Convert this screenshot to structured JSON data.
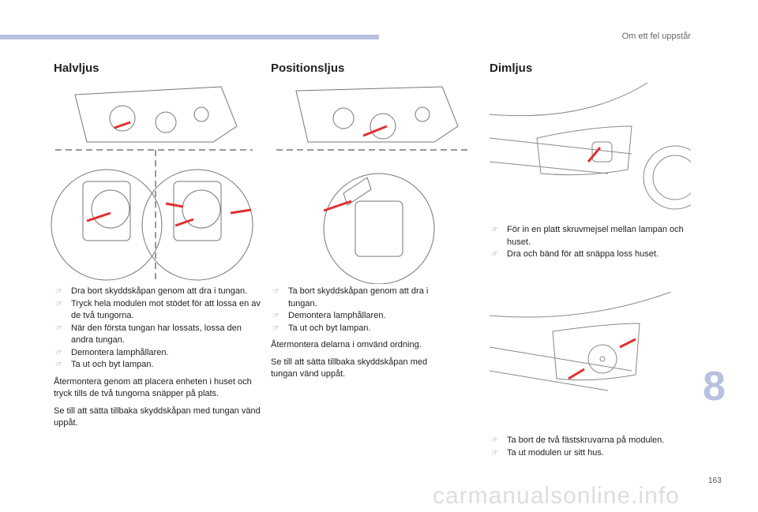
{
  "header": {
    "section": "Om ett fel uppstår"
  },
  "chapter": "8",
  "page_number": "163",
  "watermark": "carmanualsonline.info",
  "colors": {
    "accent": "#b8c1df",
    "arrow": "#e03030"
  },
  "halvljus": {
    "title": "Halvljus",
    "steps": [
      "Dra bort skyddskåpan genom att dra i tungan.",
      "Tryck hela modulen mot stödet för att lossa en av de två tungorna.",
      "När den första tungan har lossats, lossa den andra tungan.",
      "Demontera lamphållaren.",
      "Ta ut och byt lampan."
    ],
    "notes": [
      "Återmontera genom att placera enheten i huset och tryck tills de två tungorna snäpper på plats.",
      "Se till att sätta tillbaka skyddskåpan med tungan vänd uppåt."
    ]
  },
  "positionsljus": {
    "title": "Positionsljus",
    "steps": [
      "Ta bort skyddskåpan genom att dra i tungan.",
      "Demontera lamphållaren.",
      "Ta ut och byt lampan."
    ],
    "notes": [
      "Återmontera delarna i omvänd ordning.",
      "Se till att sätta tillbaka skyddskåpan med tungan vänd uppåt."
    ]
  },
  "dimljus": {
    "title": "Dimljus",
    "steps1": [
      "För in en platt skruvmejsel mellan lampan och huset.",
      "Dra och bänd för att snäppa loss huset."
    ],
    "steps2": [
      "Ta bort de två fästskruvarna på modulen.",
      "Ta ut modulen ur sitt hus."
    ]
  }
}
